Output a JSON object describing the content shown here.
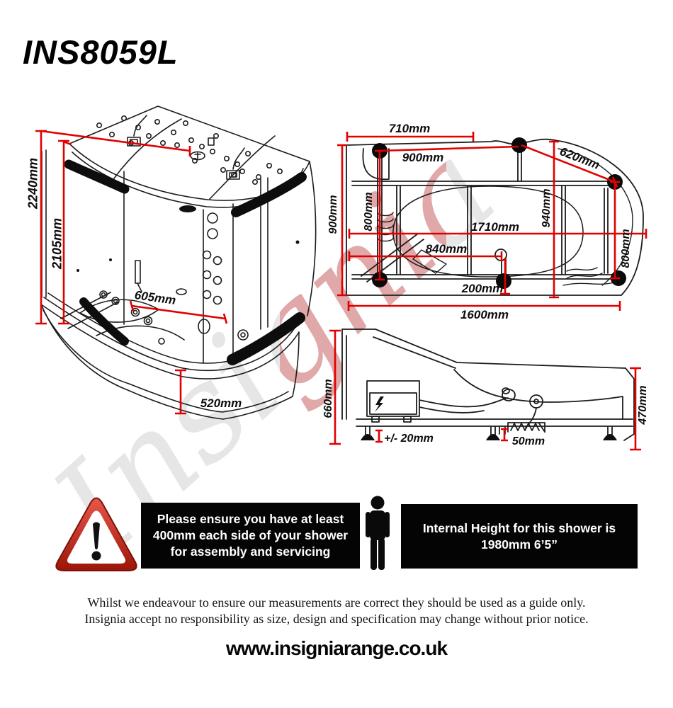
{
  "page": {
    "title": "INS8059L",
    "watermark": "Insignia",
    "website": "www.insigniarange.co.uk",
    "disclaimer_line1": "Whilst we endeavour to ensure our measurements are correct they should be used as a guide only.",
    "disclaimer_line2": "Insignia accept no responsibility as size, design and specification may change without prior notice."
  },
  "colors": {
    "dimension_red": "#e10000",
    "line_black": "#1c1c1c",
    "notice_bg": "#040404",
    "notice_text": "#ffffff",
    "warning_red": "#c62418"
  },
  "iso_view": {
    "labels": {
      "total_height": "2240mm",
      "cabin_height": "2105mm",
      "door_width": "605mm",
      "tray_height": "520mm"
    }
  },
  "plan_view": {
    "labels": {
      "top_width": "710mm",
      "inner_width": "900mm",
      "corner_diagonal": "620mm",
      "side_depth": "900mm",
      "left_span": "800mm",
      "mid_depth": "940mm",
      "right_span": "800mm",
      "overall_length": "1710mm",
      "drain_offset": "840mm",
      "drain_inset": "200mm",
      "base_length": "1600mm"
    }
  },
  "side_view": {
    "labels": {
      "rear_height": "660mm",
      "front_height": "470mm",
      "foot_adjustment": "+/- 20mm",
      "waste_height": "50mm"
    }
  },
  "notices": {
    "assembly": "Please ensure you have at least 400mm each side of your shower for assembly and servicing",
    "internal_height": "Internal Height for this shower is 1980mm 6’5”"
  }
}
